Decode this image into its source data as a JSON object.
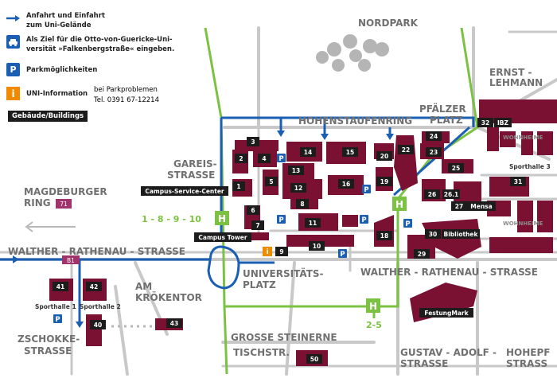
{
  "legend": {
    "route_line": [
      "Anfahrt und Einfahrt",
      "zum Uni-Gelände"
    ],
    "destination": [
      "Als Ziel für die Otto-von-Guericke-Uni-",
      "versität »Falkenbergstraße« eingeben."
    ],
    "parking": "Parkmöglichkeiten",
    "parking_symbol": "P",
    "info": "UNI-Information",
    "info_symbol": "i",
    "parking_problems": "bei Parkproblemen",
    "phone": "Tel. 0391 67-12214",
    "buildings_label": "Gebäude/Buildings"
  },
  "streets": {
    "nordpark": "NORDPARK",
    "ernst": "ERNST -",
    "lehmann": "LEHMANN",
    "hohenstaufenring": "HOHENSTAUFENRING",
    "pfaelzer": "PFÄLZER",
    "platz": "PLATZ",
    "gareis": "GAREIS-",
    "strasse_gareis": "STRASSE",
    "magdeburger": "MAGDEBURGER",
    "ring": "RING",
    "ring_number": "71",
    "walther_left": "WALTHER - RATHENAU - STRASSE",
    "walther_right": "WALTHER - RATHENAU - STRASSE",
    "b1": "B1",
    "am": "AM",
    "kroekentor": "KRÖKENTOR",
    "universitaets": "UNIVERSITÄTS-",
    "uni_platz": "PLATZ",
    "zschokke": "ZSCHOKKE-",
    "zschokke_strasse": "STRASSE",
    "grosse": "GROSSE STEINERNE",
    "tischstr": "TISCHSTR.",
    "gustav": "GUSTAV - ADOLF -",
    "gustav_strasse": "STRASSE",
    "hohepfort": "HOHEPF",
    "hohepfort_strasse": "STRASS",
    "wohnheime_1": "WOHNHEIME",
    "wohnheime_2": "WOHNHEIME"
  },
  "places": {
    "campus_service": "Campus-Service-Center",
    "campus_tower": "Campus Tower",
    "tram_left": "1 - 8 - 9 - 10",
    "tram_right": "2-5",
    "tram_symbol": "H",
    "mensa": "Mensa",
    "bibliothek": "Bibliothek",
    "ibz": "IBZ",
    "festungmark": "FestungMark",
    "sporthalle_1": "Sporthalle 1",
    "sporthalle_2": "Sporthalle 2",
    "sporthalle_3": "Sporthalle 3"
  },
  "building_numbers": [
    "1",
    "2",
    "3",
    "4",
    "5",
    "6",
    "7",
    "8",
    "9",
    "10",
    "11",
    "12",
    "13",
    "14",
    "15",
    "16",
    "18",
    "19",
    "20",
    "22",
    "23",
    "24",
    "25",
    "26",
    "26.1",
    "27",
    "29",
    "30",
    "31",
    "32",
    "40",
    "41",
    "42",
    "43",
    "50"
  ],
  "colors": {
    "building": "#7a1133",
    "route": "#1a5fb4",
    "tram": "#7cc242",
    "street": "#c8c8c8",
    "label_bg": "#1c1c1c"
  }
}
